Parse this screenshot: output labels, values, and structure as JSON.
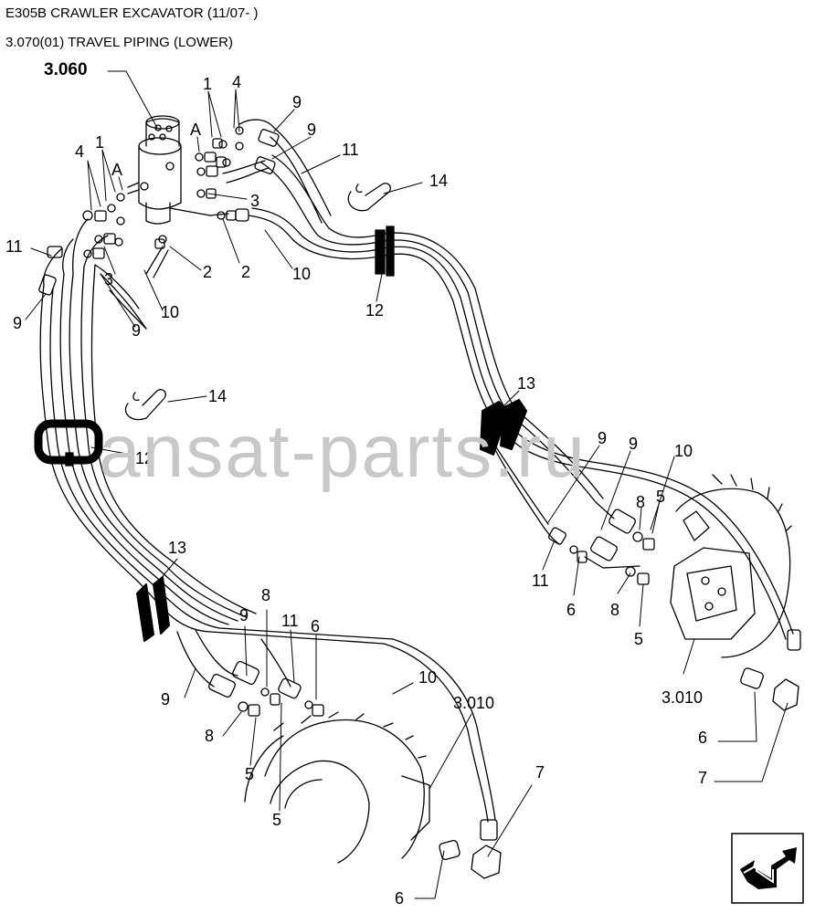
{
  "header": {
    "title": "E305B CRAWLER EXCAVATOR (11/07- )",
    "subtitle": "3.070(01) TRAVEL PIPING (LOWER)"
  },
  "watermark": "ansat-parts.ru",
  "callouts": {
    "c3060": "3.060",
    "c1a": "1",
    "c4a": "4",
    "cAa": "A",
    "c9a": "9",
    "c9b": "9",
    "c11a": "11",
    "c14a": "14",
    "c4b": "4",
    "c1b": "1",
    "cAb": "A",
    "c3a": "3",
    "c11b": "11",
    "c9c": "9",
    "c3b": "3",
    "c2a": "2",
    "c2b": "2",
    "c10a": "10",
    "c9d": "9",
    "c10b": "10",
    "c12a": "12",
    "c14b": "14",
    "c12b": "12",
    "c13a": "13",
    "c9e": "9",
    "c9f": "9",
    "c10c": "10",
    "c8a": "8",
    "c5a": "5",
    "c11c": "11",
    "c6a": "6",
    "c8b": "8",
    "c5b": "5",
    "c3010a": "3.010",
    "c6b": "6",
    "c7a": "7",
    "c13b": "13",
    "c9g": "9",
    "c8c": "8",
    "c11d": "11",
    "c6c": "6",
    "c10d": "10",
    "c9h": "9",
    "c3010b": "3.010",
    "c8d": "8",
    "c5c": "5",
    "c5d": "5",
    "c7b": "7",
    "c6d": "6"
  },
  "colors": {
    "line": "#000000",
    "watermark": "#c8c8c8",
    "background": "#ffffff"
  },
  "icons": {
    "nav": "next-page-arrow-icon"
  }
}
